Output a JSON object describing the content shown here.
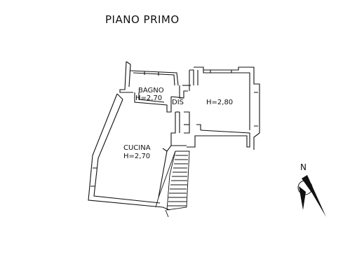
{
  "title": "PIANO PRIMO",
  "rooms": {
    "bagno": {
      "name": "BAGNO",
      "height": "H=2,70"
    },
    "dis": {
      "name": "DIS"
    },
    "camera": {
      "height": "H=2,80"
    },
    "cucina": {
      "name": "CUCINA",
      "height": "H=2,70"
    }
  },
  "compass": {
    "north_label": "N"
  },
  "colors": {
    "ink": "#111111",
    "wall_fill": "#ffffff"
  }
}
